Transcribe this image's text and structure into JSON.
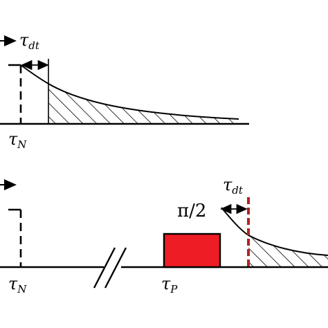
{
  "top": {
    "tau_symbol": "τ",
    "delay_label": "τdt",
    "delay_sub": "dt",
    "marker_label": "τN",
    "marker_sub": "N"
  },
  "bottom": {
    "tau_symbol": "τ",
    "pulse_label": "π/2",
    "delay_label": "τdt",
    "delay_sub": "dt",
    "marker_label": "τN",
    "marker_sub": "N",
    "pulse_time_label": "τP",
    "pulse_time_sub": "P"
  },
  "colors": {
    "pulse_fill": "#ee1c24",
    "detection_line": "#b22222",
    "ink": "#000000"
  }
}
